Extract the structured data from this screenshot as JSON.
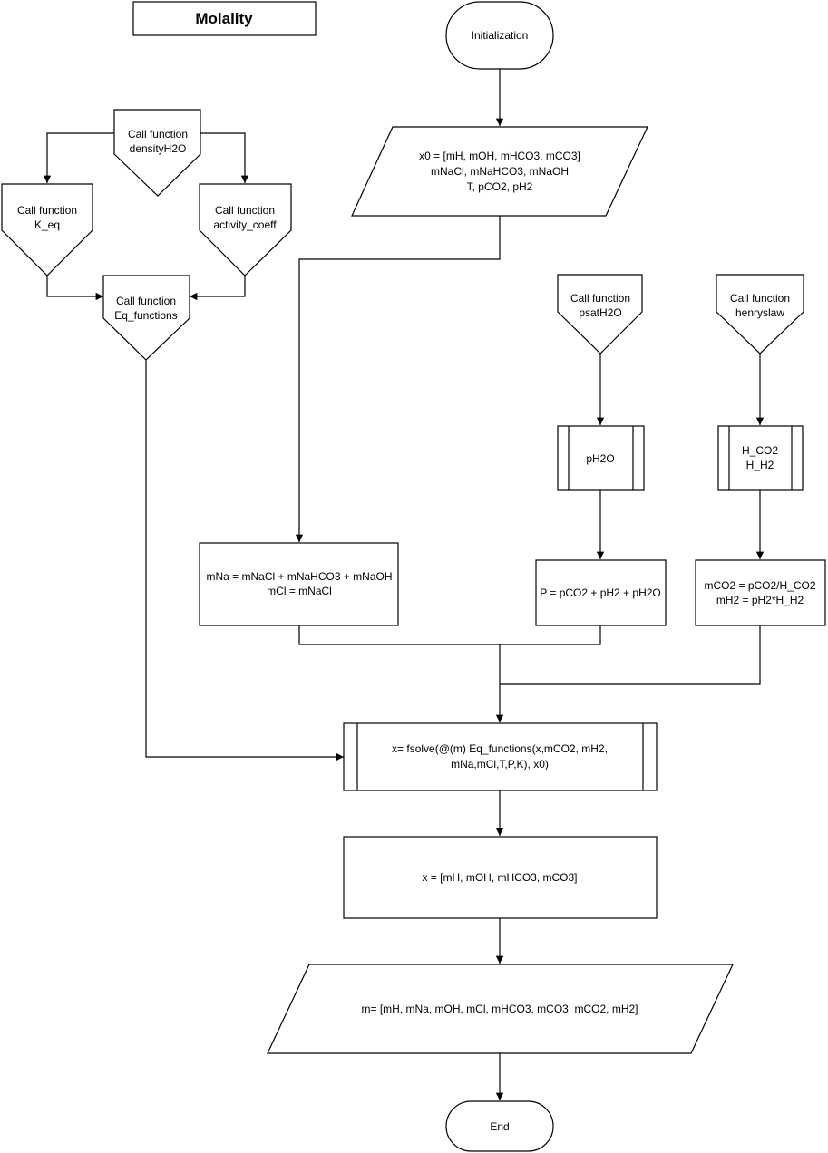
{
  "title": "Molality",
  "nodes": {
    "initialization": [
      "Initialization"
    ],
    "input_x0": [
      "x0 = [mH, mOH, mHCO3, mCO3]",
      "mNaCl, mNaHCO3, mNaOH",
      "T, pCO2, pH2"
    ],
    "call_densityH2O": [
      "Call function",
      "densityH2O"
    ],
    "call_K_eq": [
      "Call function",
      "K_eq"
    ],
    "call_activity_coeff": [
      "Call function",
      "activity_coeff"
    ],
    "call_Eq_functions": [
      "Call function",
      "Eq_functions"
    ],
    "call_psatH2O": [
      "Call function",
      "psatH2O"
    ],
    "call_henryslaw": [
      "Call function",
      "henryslaw"
    ],
    "proc_pH2O": [
      "pH2O"
    ],
    "proc_henry": [
      "H_CO2",
      "H_H2"
    ],
    "calc_mNa": [
      "mNa = mNaCl + mNaHCO3 + mNaOH",
      "mCl = mNaCl"
    ],
    "calc_P": [
      "P = pCO2 + pH2 + pH2O"
    ],
    "calc_mCO2": [
      "mCO2 = pCO2/H_CO2",
      "mH2 = pH2*H_H2"
    ],
    "fsolve": [
      "x= fsolve(@(m) Eq_functions(x,mCO2, mH2,",
      "mNa,mCl,T,P,K), x0)"
    ],
    "x_result": [
      "x = [mH, mOH, mHCO3, mCO3]"
    ],
    "output_m": [
      "m= [mH, mNa, mOH, mCl, mHCO3, mCO3, mCO2, mH2]"
    ],
    "end": [
      "End"
    ]
  }
}
